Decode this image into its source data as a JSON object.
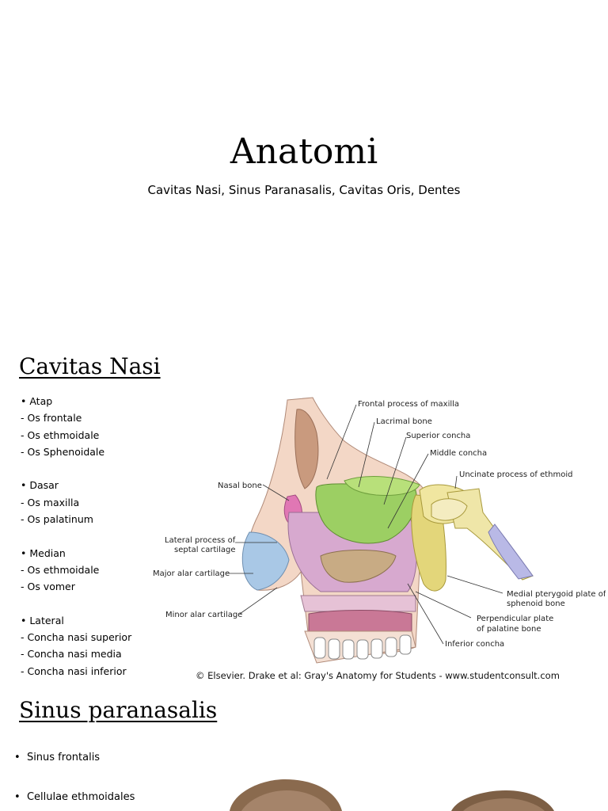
{
  "title": "Anatomi",
  "subtitle": "Cavitas Nasi, Sinus Paranasalis, Cavitas Oris, Dentes",
  "section_nasi": {
    "heading": "Cavitas Nasi",
    "lines": [
      "• Atap",
      "- Os frontale",
      "- Os ethmoidale",
      "- Os Sphenoidale",
      "",
      "• Dasar",
      "- Os maxilla",
      "- Os palatinum",
      "",
      "• Median",
      "- Os ethmoidale",
      "- Os vomer",
      "",
      "• Lateral",
      "- Concha nasi superior",
      "- Concha nasi media",
      "- Concha nasi inferior"
    ]
  },
  "figure": {
    "labels": {
      "frontal_process": "Frontal process of maxilla",
      "lacrimal_bone": "Lacrimal bone",
      "superior_concha": "Superior concha",
      "middle_concha": "Middle concha",
      "uncinate": "Uncinate process of ethmoid",
      "nasal_bone": "Nasal bone",
      "lateral_process_1": "Lateral process of",
      "lateral_process_2": "septal cartilage",
      "major_alar": "Major alar cartilage",
      "minor_alar": "Minor alar cartilage",
      "medial_pterygoid_1": "Medial pterygoid plate of",
      "medial_pterygoid_2": "sphenoid bone",
      "perpendicular_1": "Perpendicular plate",
      "perpendicular_2": "of palatine bone",
      "inferior_concha": "Inferior concha"
    },
    "credit": "© Elsevier. Drake et al: Gray's Anatomy for Students - www.studentconsult.com"
  },
  "section_sinus": {
    "heading": "Sinus paranasalis",
    "items": [
      "Sinus frontalis",
      "Cellulae ethmoidales"
    ]
  }
}
